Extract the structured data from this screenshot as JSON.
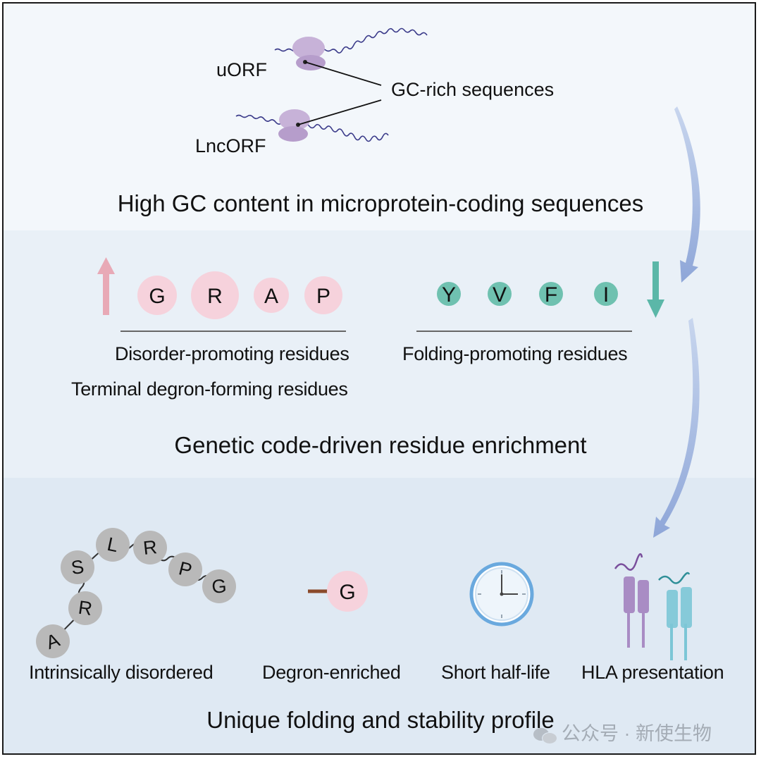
{
  "section1": {
    "title": "High GC content in microprotein-coding sequences",
    "label_uorf": "uORF",
    "label_lncorf": "LncORF",
    "label_gc": "GC-rich sequences"
  },
  "section2": {
    "title": "Genetic code-driven residue enrichment",
    "disorder_residues": [
      "G",
      "R",
      "A",
      "P"
    ],
    "folding_residues": [
      "Y",
      "V",
      "F",
      "I"
    ],
    "caption_disorder": "Disorder-promoting residues",
    "caption_degron": "Terminal degron-forming residues",
    "caption_folding": "Folding-promoting residues",
    "colors": {
      "disorder": "#f6d2dc",
      "folding": "#6fc1b0",
      "up_arrow": "#e8a9b6",
      "down_arrow": "#5bb7a8"
    }
  },
  "section3": {
    "title": "Unique folding and stability profile",
    "chain_residues": [
      "A",
      "R",
      "S",
      "L",
      "R",
      "P",
      "G"
    ],
    "degron_residue": "G",
    "captions": [
      "Intrinsically disordered",
      "Degron-enriched",
      "Short half-life",
      "HLA presentation"
    ],
    "colors": {
      "chain": "#b9b9b9",
      "clock_ring": "#6aa9de",
      "hla_purple": "#a98cc4",
      "hla_teal": "#7cc6d6"
    }
  },
  "watermark": "公众号 · 新使生物"
}
